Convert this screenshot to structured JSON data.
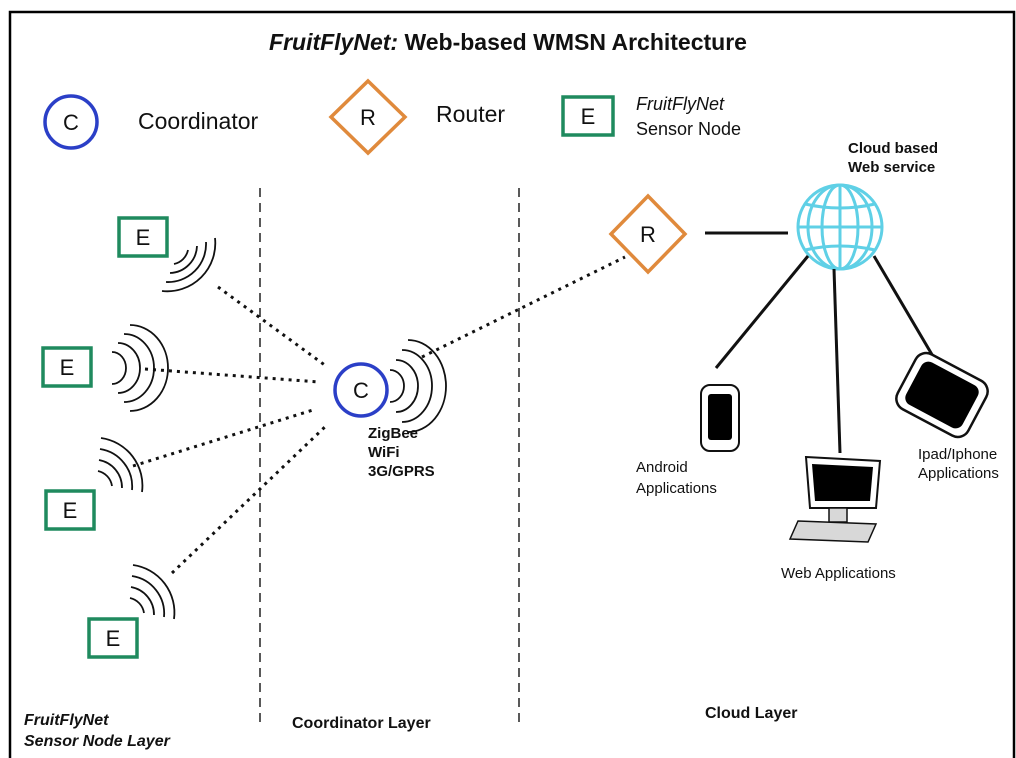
{
  "title": {
    "italic": "FruitFlyNet:",
    "rest": " Web-based WMSN Architecture"
  },
  "legend": {
    "coordinator": {
      "symbol": "C",
      "label": "Coordinator"
    },
    "router": {
      "symbol": "R",
      "label": "Router"
    },
    "sensor": {
      "symbol": "E",
      "label_line1": "FruitFlyNet",
      "label_line2": "Sensor Node"
    }
  },
  "nodes": {
    "sensor_symbol": "E",
    "coordinator_symbol": "C",
    "router_symbol": "R"
  },
  "protocols": [
    "ZigBee",
    "WiFi",
    "3G/GPRS"
  ],
  "cloud": {
    "line1": "Cloud based",
    "line2": "Web service"
  },
  "apps": {
    "android": {
      "line1": "Android",
      "line2": "Applications"
    },
    "web": {
      "line1": "Web Applications"
    },
    "ipad": {
      "line1": "Ipad/Iphone",
      "line2": "Applications"
    }
  },
  "layers": {
    "sensor": {
      "line1": "FruitFlyNet",
      "line2": "Sensor Node Layer"
    },
    "coordinator": "Coordinator Layer",
    "cloud": "Cloud Layer"
  },
  "colors": {
    "coordinator": "#2b3fc7",
    "router": "#e08a3c",
    "sensor": "#1f8a5e",
    "globe": "#5fd0e6",
    "border": "#000000"
  }
}
